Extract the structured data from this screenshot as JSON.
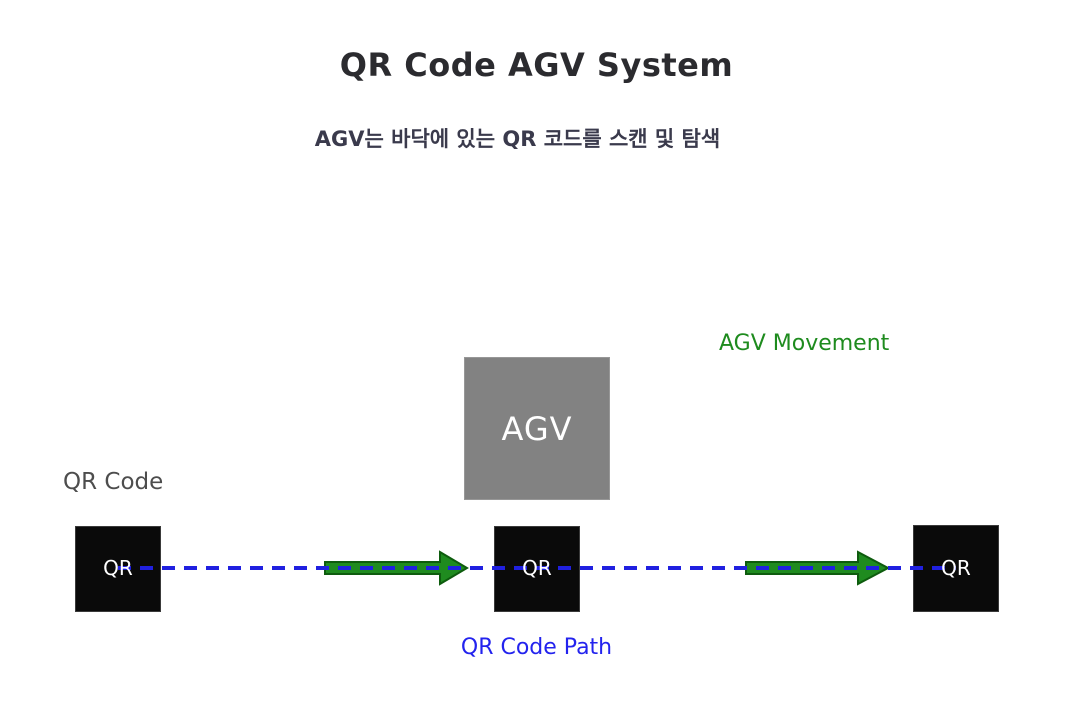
{
  "header": {
    "title": "QR Code AGV System",
    "subtitle": "AGV는 바닥에 있는 QR 코드를 스캔 및 탐색"
  },
  "diagram": {
    "agv_movement_label": "AGV Movement",
    "agv_box_label": "AGV",
    "qr_code_label": "QR Code",
    "qr_path_label": "QR Code Path",
    "qr_boxes": [
      {
        "label": "QR"
      },
      {
        "label": "QR"
      },
      {
        "label": "QR"
      }
    ]
  },
  "colors": {
    "path_blue": "#2020e0",
    "arrow_green": "#1f8b1f",
    "arrow_green_dark": "#0e5c0e",
    "movement_text_green": "#1e8b1e",
    "path_text_blue": "#2323ee",
    "agv_gray": "#828282",
    "qr_black": "#0a0a0a",
    "title_dark": "#2b2b2f",
    "subtitle_dark": "#3a3a4c",
    "label_gray": "#4d4d4d"
  }
}
